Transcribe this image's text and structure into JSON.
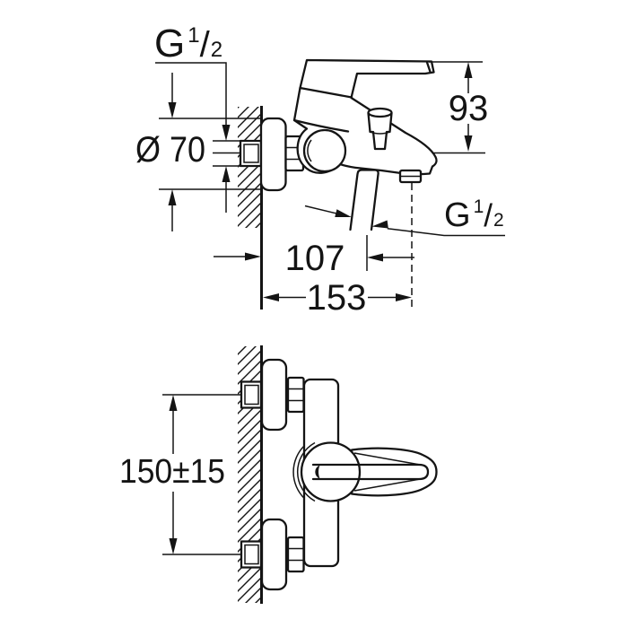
{
  "page": {
    "background": "#ffffff",
    "ink": "#141414"
  },
  "side_view": {
    "wall_thread_label": {
      "g": "G",
      "numerator": "1",
      "slash": "/",
      "denominator": "2"
    },
    "flange_diameter": "Ø 70",
    "overall_height": "93",
    "hose_outlet_offset": "107",
    "spout_reach": "153",
    "hose_thread_label": {
      "g": "G",
      "numerator": "1",
      "slash": "/",
      "denominator": "2"
    }
  },
  "top_view": {
    "connection_distance": "150±15"
  }
}
